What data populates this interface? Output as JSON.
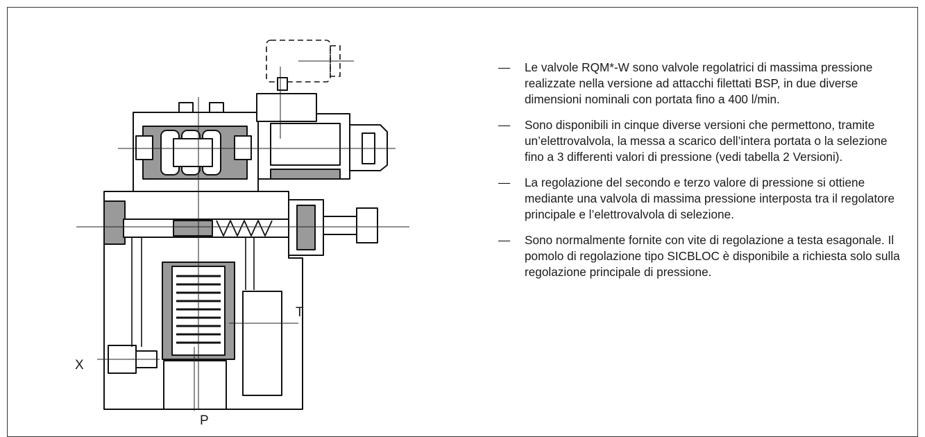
{
  "labels": {
    "X": "X",
    "P": "P",
    "T": "T"
  },
  "bullet_marker": "—",
  "bullets": [
    "Le valvole RQM*-W sono valvole regolatrici di massima pressione realizzate nella versione ad attacchi filettati BSP, in due diverse dimensioni nominali con portata fino a 400 l/min.",
    "Sono disponibili in cinque diverse versioni che permettono, tramite un’elettrovalvola, la messa a scarico dell’intera portata o la selezione fino a 3 differenti valori di pressione (vedi tabella 2 Versioni).",
    "La regolazione del secondo e terzo valore di pressione si ottiene mediante una valvola di massima pressione interposta tra il regolatore principale e l’elettrovalvola di selezione.",
    "Sono normalmente fornite con vite di regolazione a testa esagonale. Il pomolo di regolazione tipo SICBLOC è disponibile a richiesta solo sulla regolazione principale di pressione."
  ]
}
